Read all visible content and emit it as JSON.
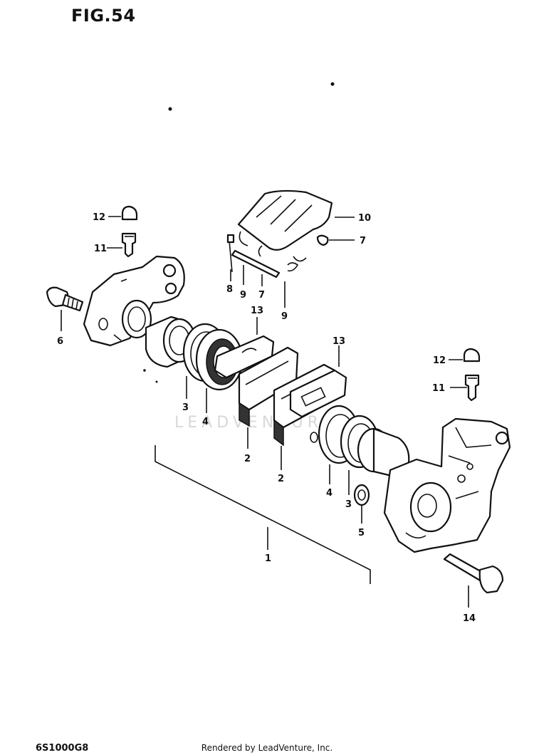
{
  "figure": {
    "title": "FIG.54",
    "code": "6S1000G8",
    "credit": "Rendered by LeadVenture, Inc.",
    "watermark": "LEADVENTURE"
  },
  "callouts": {
    "c1": "1",
    "c2a": "2",
    "c2b": "2",
    "c3a": "3",
    "c3b": "3",
    "c4a": "4",
    "c4b": "4",
    "c5": "5",
    "c6": "6",
    "c7a": "7",
    "c7b": "7",
    "c8": "8",
    "c9a": "9",
    "c9b": "9",
    "c10": "10",
    "c11a": "11",
    "c11b": "11",
    "c12a": "12",
    "c12b": "12",
    "c13a": "13",
    "c13b": "13",
    "c14": "14"
  }
}
